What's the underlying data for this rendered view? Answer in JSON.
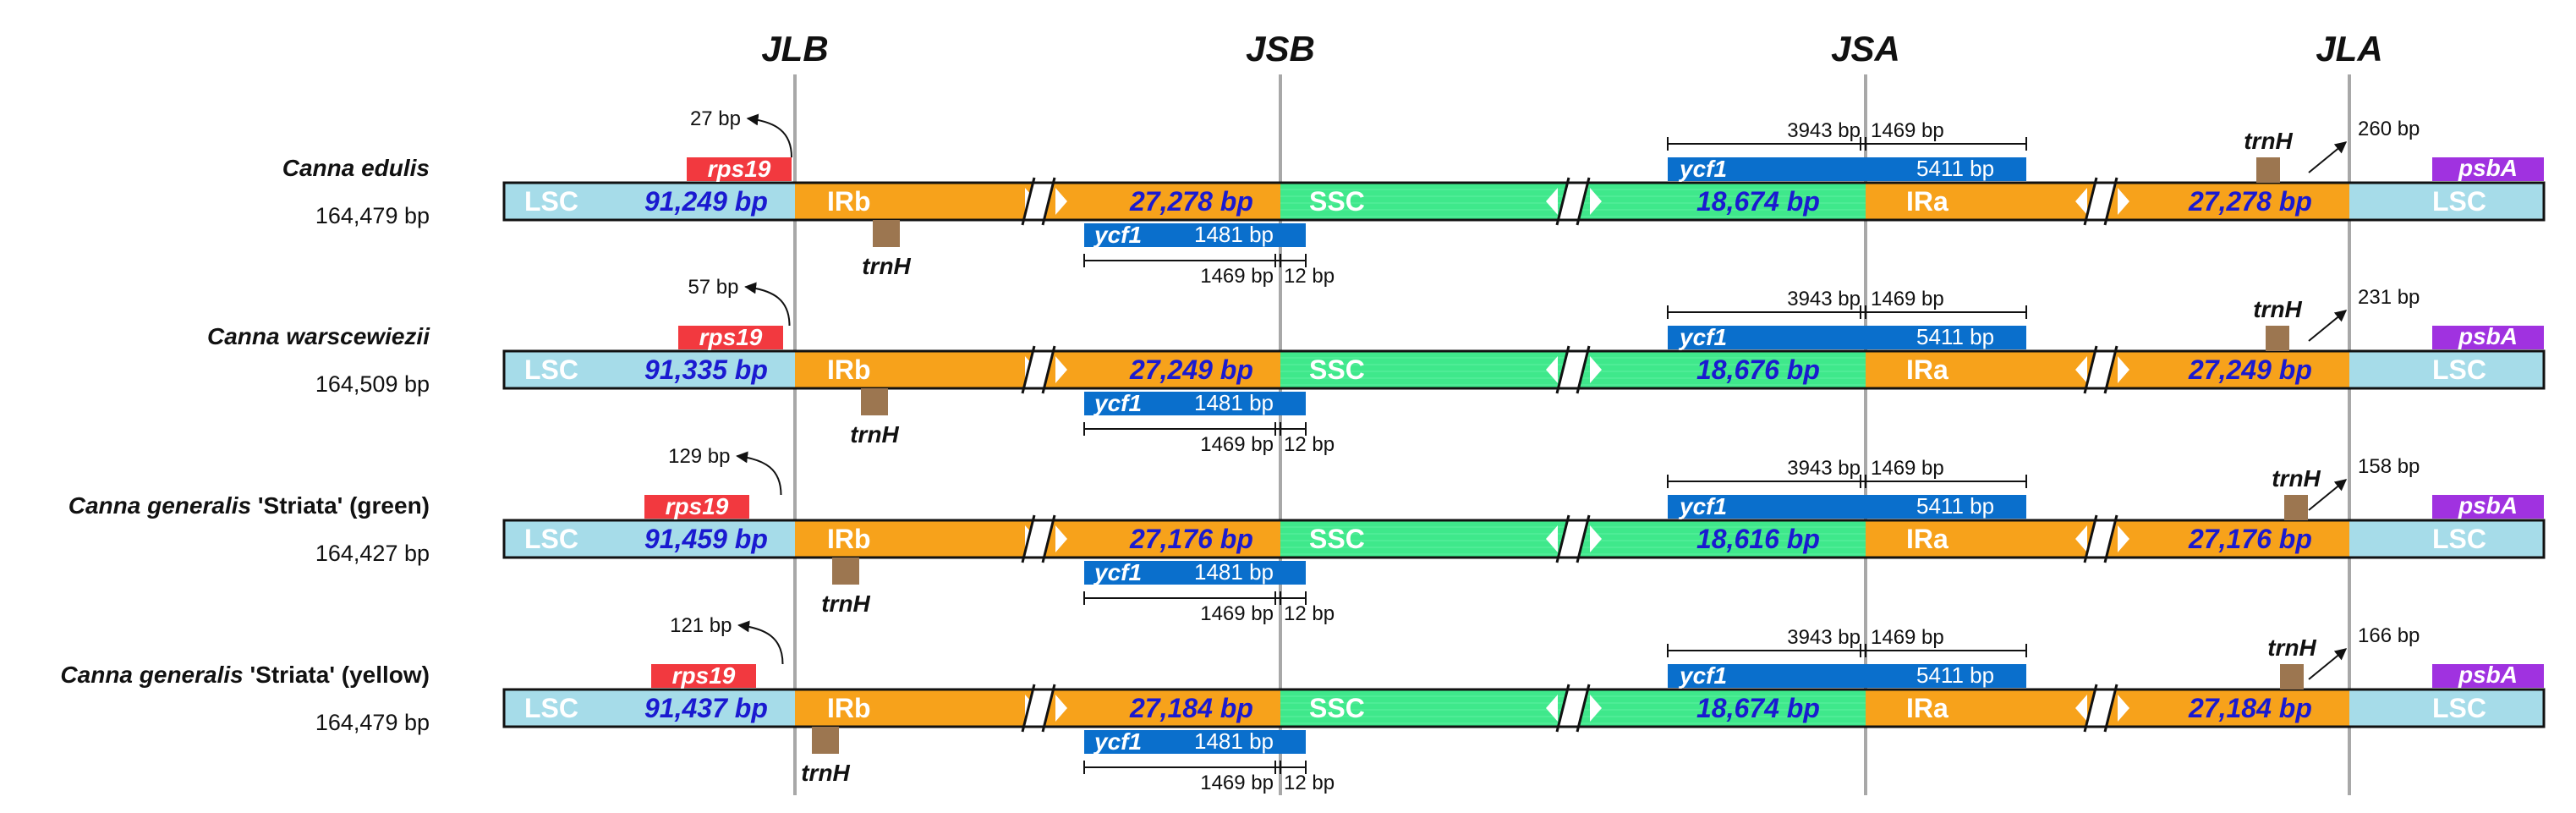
{
  "colors": {
    "LSC": "#a6dce9",
    "IR": "#f7a21b",
    "SSC": "#3fe88b",
    "rps19": "#f2393f",
    "ycf1": "#0a6fcc",
    "trnH": "#9c7650",
    "psbA": "#a032e0",
    "junction_line": "#a8a8a8",
    "length_text": "#1a1ad0"
  },
  "junctions": [
    "JLB",
    "JSB",
    "JSA",
    "JLA"
  ],
  "segment_names": {
    "lsc": "LSC",
    "irb": "IRb",
    "ssc": "SSC",
    "ira": "IRa"
  },
  "gene_names": {
    "rps19": "rps19",
    "ycf1": "ycf1",
    "trnH": "trnH",
    "psbA": "psbA"
  },
  "ycf1_lengths": {
    "jsb_gene": "1481 bp",
    "jsa_gene": "5411 bp"
  },
  "ycf1_distances": {
    "jsb_left": "1469 bp",
    "jsb_right": "12 bp",
    "jsa_left": "3943 bp",
    "jsa_right": "1469 bp"
  },
  "species": [
    {
      "genus": "Canna",
      "epithet": "edulis",
      "cultivar": "",
      "genome_size": "164,479 bp",
      "lsc_length": "91,249 bp",
      "ir_length": "27,278 bp",
      "ssc_length": "18,674 bp",
      "rps19_gap": "27 bp",
      "trnH_gap": "260 bp"
    },
    {
      "genus": "Canna",
      "epithet": "warscewiezii",
      "cultivar": "",
      "genome_size": "164,509 bp",
      "lsc_length": "91,335 bp",
      "ir_length": "27,249 bp",
      "ssc_length": "18,676 bp",
      "rps19_gap": "57 bp",
      "trnH_gap": "231 bp"
    },
    {
      "genus": "Canna",
      "epithet": "generalis",
      "cultivar": " 'Striata' (green)",
      "genome_size": "164,427 bp",
      "lsc_length": "91,459 bp",
      "ir_length": "27,176 bp",
      "ssc_length": "18,616 bp",
      "rps19_gap": "129 bp",
      "trnH_gap": "158 bp"
    },
    {
      "genus": "Canna",
      "epithet": "generalis",
      "cultivar": " 'Striata' (yellow)",
      "genome_size": "164,479 bp",
      "lsc_length": "91,437 bp",
      "ir_length": "27,184 bp",
      "ssc_length": "18,674 bp",
      "rps19_gap": "121 bp",
      "trnH_gap": "166 bp"
    }
  ]
}
